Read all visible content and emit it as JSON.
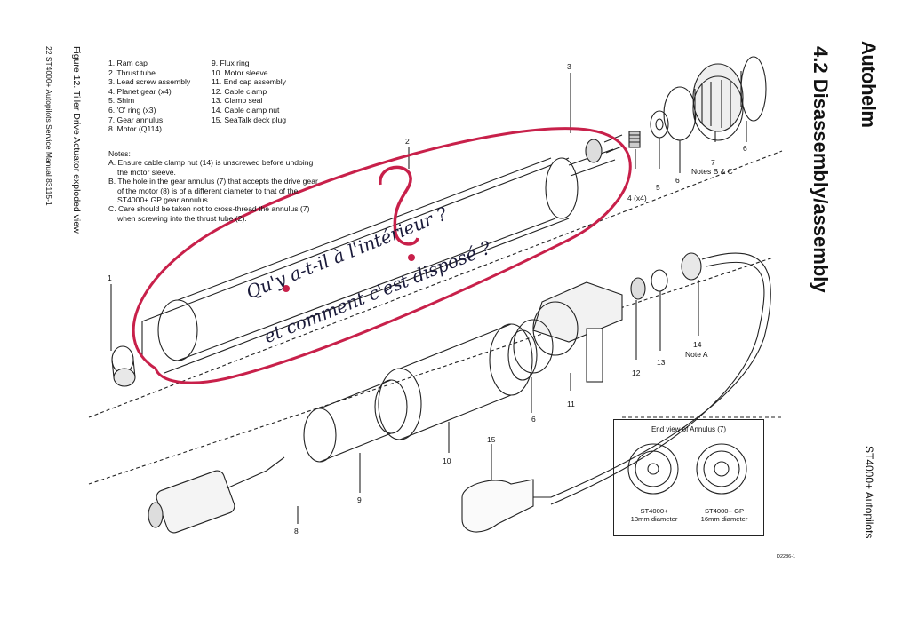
{
  "header": {
    "brand": "Autohelm",
    "section_title": "4.2 Disassembly/assembly",
    "running_head": "ST4000+ Autopilots"
  },
  "figure_caption": "Figure 12. Tiller Drive Actuator exploded view",
  "footer": "22   ST4000+ Autopilots Service Manual  83115-1",
  "parts_left": [
    "1. Ram cap",
    "2. Thrust tube",
    "3. Lead screw assembly",
    "4. Planet gear (x4)",
    "5. Shim",
    "6. 'O' ring (x3)",
    "7. Gear annulus",
    "8. Motor (Q114)"
  ],
  "parts_right": [
    "9. Flux ring",
    "10. Motor sleeve",
    "11. End cap assembly",
    "12. Cable clamp",
    "13. Clamp seal",
    "14. Cable clamp nut",
    "15. SeaTalk deck plug"
  ],
  "notes": {
    "heading": "Notes:",
    "items": [
      "A. Ensure cable clamp nut (14) is unscrewed before undoing the motor sleeve.",
      "B. The hole in the gear annulus (7) that accepts the drive gear of the motor (8) is of a different diameter to that of the ST4000+ GP gear annulus.",
      "C. Care should be taken not to cross-thread the annulus (7) when screwing into the thrust tube (2)."
    ]
  },
  "callouts": {
    "c1": "1",
    "c2": "2",
    "c3": "3",
    "c4": "4 (x4)",
    "c5": "5",
    "c6a": "6",
    "c6b": "6",
    "c7": "7",
    "c7n": "Notes B & C",
    "c6c": "6",
    "c8": "8",
    "c9": "9",
    "c10": "10",
    "c11": "11",
    "c12": "12",
    "c13": "13",
    "c14": "14",
    "c14n": "Note A",
    "c15": "15"
  },
  "end_view": {
    "title": "End view of Annulus (7)",
    "left_label": "ST4000+",
    "left_dim": "13mm diameter",
    "right_label": "ST4000+ GP",
    "right_dim": "16mm diameter"
  },
  "drawing_code": "D2286-1",
  "handwriting": {
    "line1": "Qu'y a-t-il à l'intérieur ?",
    "line2": "et comment c'est disposé ?"
  },
  "colors": {
    "ink": "#111111",
    "annotation": "#c8204a",
    "pen": "#1a1a3a"
  }
}
